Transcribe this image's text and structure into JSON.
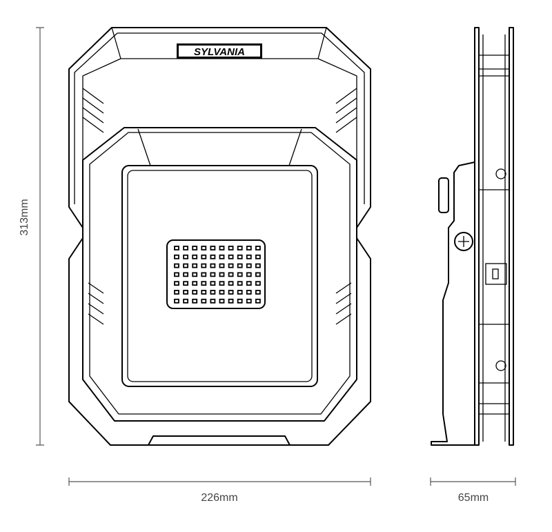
{
  "brand": "SYLVANIA",
  "dimensions": {
    "height": "313mm",
    "width": "226mm",
    "depth": "65mm"
  },
  "led_grid": {
    "rows": 7,
    "columns": 10
  }
}
